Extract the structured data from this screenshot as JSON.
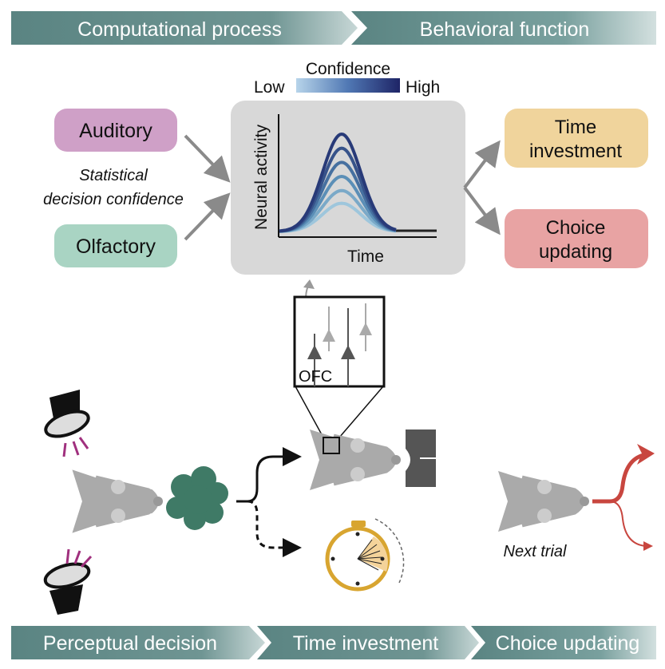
{
  "top_banner": {
    "left": "Computational process",
    "right": "Behavioral function"
  },
  "bottom_banner": {
    "stage1": "Perceptual decision",
    "stage2": "Time investment",
    "stage3": "Choice updating"
  },
  "modalities": {
    "auditory": "Auditory",
    "olfactory": "Olfactory"
  },
  "confidence_caption": {
    "line1": "Statistical",
    "line2": "decision confidence"
  },
  "confidence_scale": {
    "title": "Confidence",
    "low": "Low",
    "high": "High"
  },
  "outputs": {
    "time_investment": {
      "line1": "Time",
      "line2": "investment"
    },
    "choice_updating": {
      "line1": "Choice",
      "line2": "updating"
    }
  },
  "neural_plot": {
    "ylabel": "Neural activity",
    "xlabel": "Time"
  },
  "ofc_label": "OFC",
  "next_trial_label": "Next trial",
  "chart_data": {
    "type": "line",
    "title": "",
    "xlabel": "Time",
    "ylabel": "Neural activity",
    "legend": "Confidence: Low to High color gradient",
    "series": [
      {
        "name": "",
        "peak": 1.0,
        "color": "#9ec6dc"
      },
      {
        "name": "",
        "peak": 1.45,
        "color": "#7aa9c8"
      },
      {
        "name": "",
        "peak": 1.95,
        "color": "#5b8fb7"
      },
      {
        "name": "",
        "peak": 2.45,
        "color": "#4670a0"
      },
      {
        "name": "",
        "peak": 2.95,
        "color": "#37538a"
      },
      {
        "name": "",
        "peak": 3.45,
        "color": "#283a78"
      }
    ]
  },
  "colors": {
    "banner": "#5f8785",
    "auditory_box": "#cfa0c7",
    "olfactory_box": "#a9d4c3",
    "time_box": "#f0d49c",
    "choice_box": "#e8a3a3",
    "panel": "#d8d8d8",
    "odor": "#3f7a66",
    "timer": "#d8a530",
    "update_arrow": "#c8463f",
    "sound": "#a0307e"
  }
}
